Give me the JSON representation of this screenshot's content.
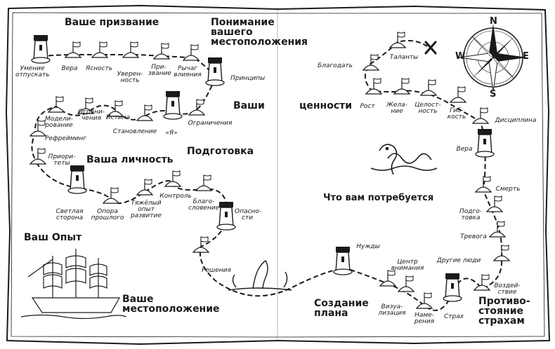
{
  "headings": {
    "calling": "Ваше призвание",
    "understanding": "Понимание\nвашего\nместоположения",
    "your": "Ваши",
    "values": "ценности",
    "preparation": "Подготовка",
    "personality": "Ваша личность",
    "need": "Что вам потребуется",
    "experience": "Ваш Опыт",
    "location": "Ваше\nместоположение",
    "plan": "Создание\nплана",
    "fears": "Противо-\nстояние\nстрахам"
  },
  "compass": {
    "n": "N",
    "s": "S",
    "e": "E",
    "w": "W"
  },
  "stops": {
    "letting_go": "Умение\nотпускать",
    "faith1": "Вера",
    "clarity": "Ясность",
    "confidence": "Уверен-\nность",
    "calling": "При-\nзвание",
    "leverage": "Рычаг\nвлияния",
    "principles": "Принципы",
    "modeling": "Модели-\nрование",
    "limitations1": "Ограни-\nчения",
    "truth": "Истина",
    "becoming": "Становление",
    "self": "«Я»",
    "limitations2": "Ограничения",
    "reframing": "Рефрейминг",
    "priorities": "Приори-\nтеты",
    "bright_side": "Светлая\nсторона",
    "past_support": "Опора\nпрошлого",
    "hard_past": "Тяжёлый\nопыт\nразвитие",
    "control": "Контроль",
    "blessing": "Благо-\nсловение",
    "dangers": "Опасно-\nсти",
    "decisions": "Решения",
    "gratitude": "Благодать",
    "talents": "Таланты",
    "growth": "Рост",
    "desires": "Жела-\nние",
    "integrity": "Целост-\nность",
    "flexibility": "Гиб-\nкость",
    "discipline": "Дисциплина",
    "faith2": "Вера",
    "death": "Смерть",
    "preparation": "Подго-\nтовка",
    "anxiety": "Тревога",
    "others": "Другие люди",
    "impact": "Воздей-\nствие",
    "needs": "Нужды",
    "focus": "Центр\nвнимания",
    "visualization": "Визуа-\nлизация",
    "intention": "Наме-\nрения",
    "fear": "Страх"
  },
  "colors": {
    "ink": "#1a1a1a",
    "paper": "#ffffff"
  }
}
